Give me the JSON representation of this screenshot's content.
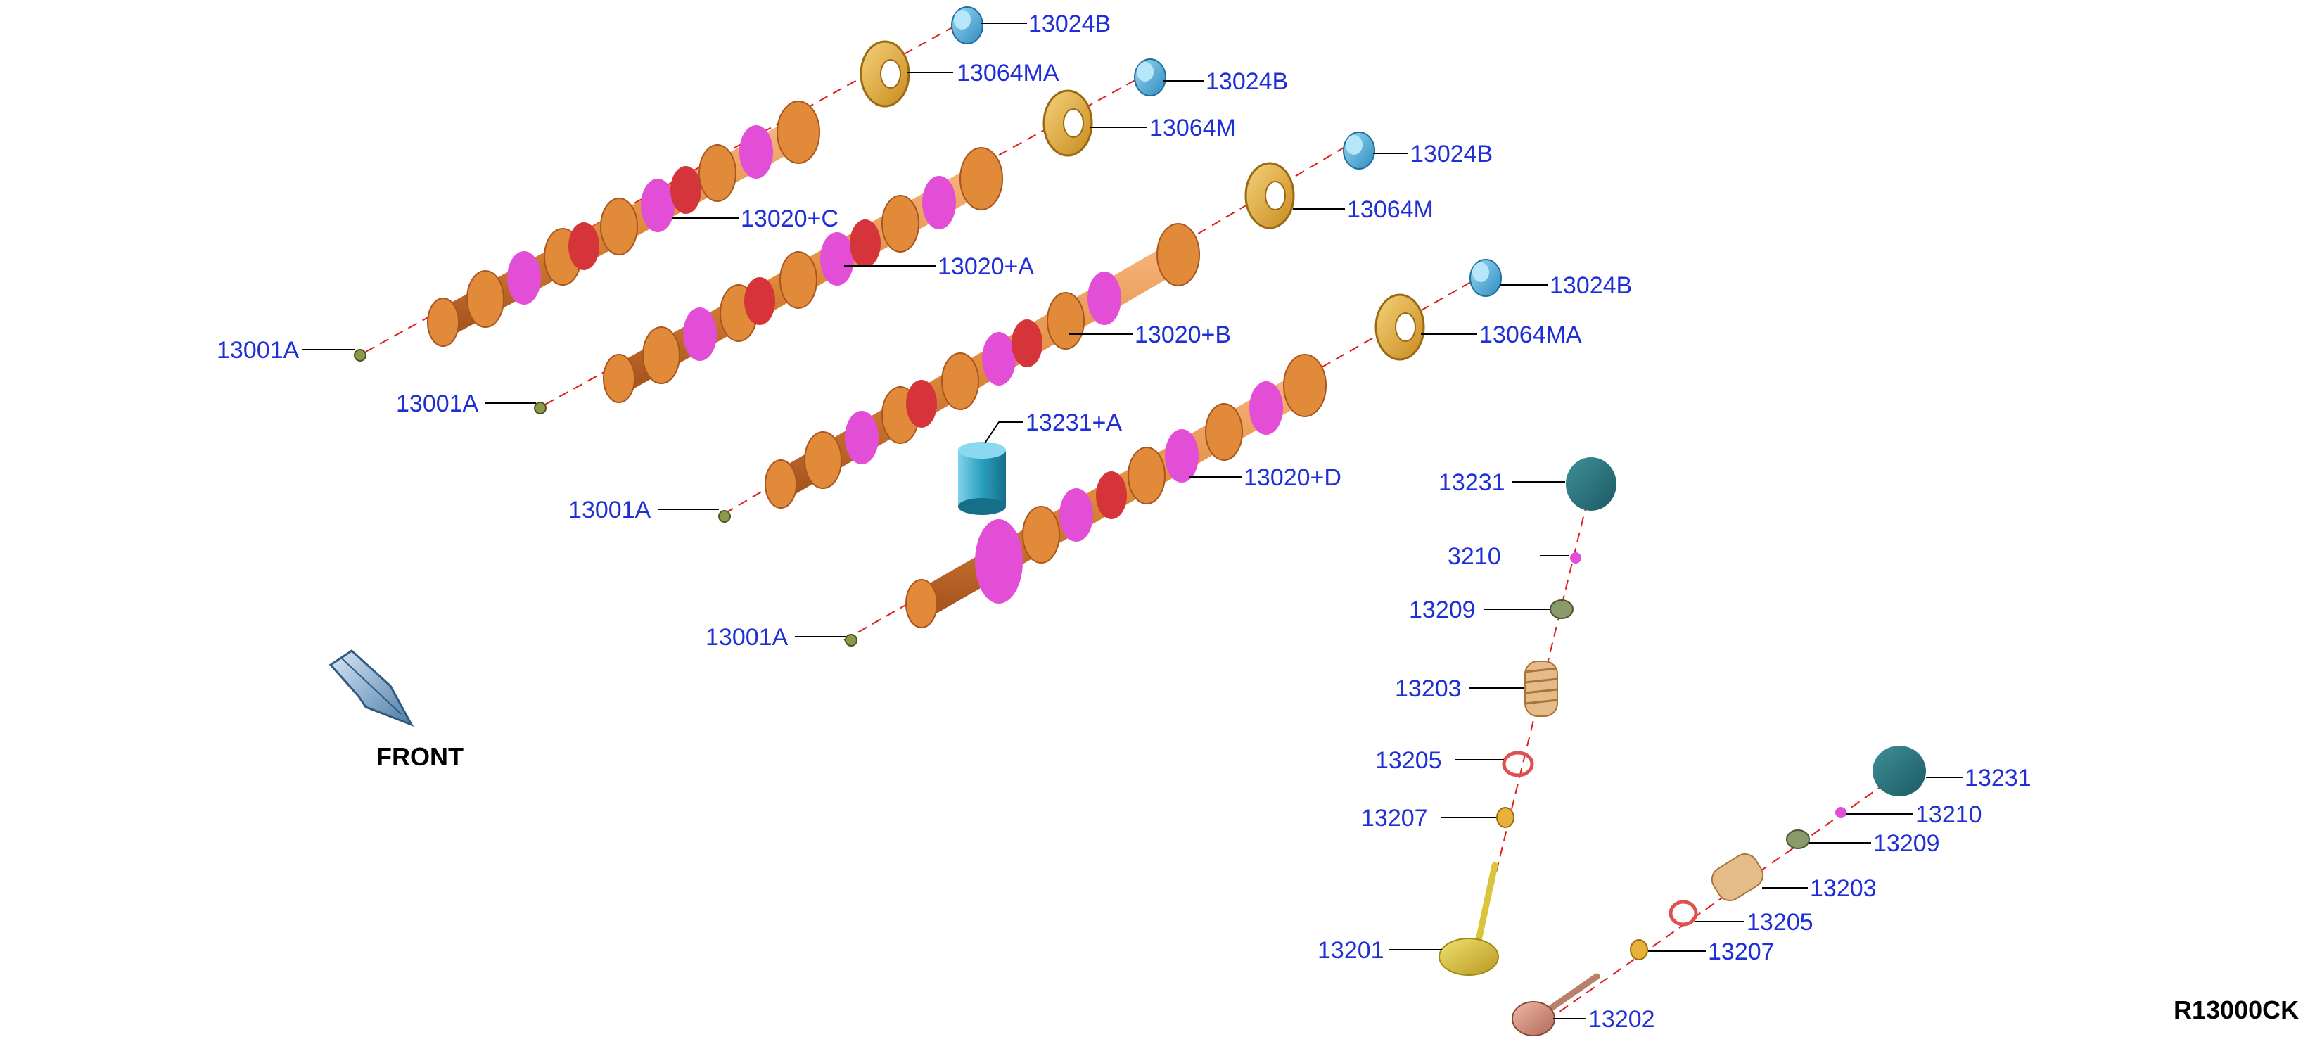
{
  "diagram_id": "R13000CK",
  "front_label": "FRONT",
  "colors": {
    "label": "#1f2fd6",
    "leader": "#000000",
    "axis": "#e11a1a",
    "camshaft": "#e08a3a",
    "lobe_highlight": "#e24fd6",
    "lobe_red": "#d4343a",
    "sprocket": "#e8b23a",
    "cap": "#5fb6e0",
    "lifter": "#1f8fa8",
    "spring": "#d9a26a",
    "valve_intake": "#d9c43a",
    "valve_exhaust": "#c98d7a",
    "seal": "#e05050"
  },
  "parts": {
    "p13024B_1": "13024B",
    "p13064MA_1": "13064MA",
    "p13024B_2": "13024B",
    "p13064M_1": "13064M",
    "p13024B_3": "13024B",
    "p13064M_2": "13064M",
    "p13024B_4": "13024B",
    "p13064MA_2": "13064MA",
    "p13020C": "13020+C",
    "p13020A": "13020+A",
    "p13020B": "13020+B",
    "p13020D": "13020+D",
    "p13231A": "13231+A",
    "p13001A_1": "13001A",
    "p13001A_2": "13001A",
    "p13001A_3": "13001A",
    "p13001A_4": "13001A",
    "p13231_1": "13231",
    "p13210_1": "3210",
    "p13209_1": "13209",
    "p13203_1": "13203",
    "p13205_1": "13205",
    "p13207_1": "13207",
    "p13201": "13201",
    "p13231_2": "13231",
    "p13210_2": "13210",
    "p13209_2": "13209",
    "p13203_2": "13203",
    "p13205_2": "13205",
    "p13207_2": "13207",
    "p13202": "13202"
  }
}
